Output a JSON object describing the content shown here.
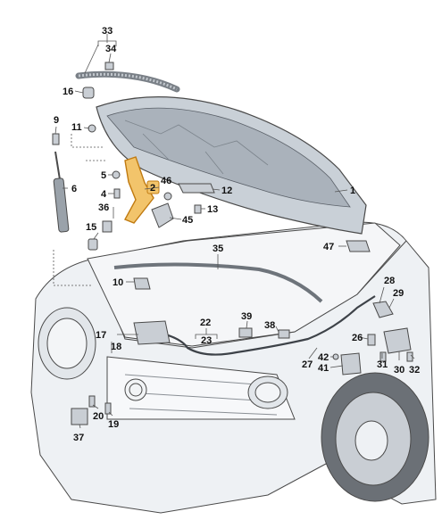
{
  "callouts": [
    {
      "id": "c33",
      "label": "33"
    },
    {
      "id": "c34",
      "label": "34"
    },
    {
      "id": "c16",
      "label": "16"
    },
    {
      "id": "c9",
      "label": "9"
    },
    {
      "id": "c11",
      "label": "11"
    },
    {
      "id": "c5",
      "label": "5"
    },
    {
      "id": "c6",
      "label": "6"
    },
    {
      "id": "c4",
      "label": "4"
    },
    {
      "id": "c2",
      "label": "2"
    },
    {
      "id": "c46",
      "label": "46"
    },
    {
      "id": "c36",
      "label": "36"
    },
    {
      "id": "c45",
      "label": "45"
    },
    {
      "id": "c12",
      "label": "12"
    },
    {
      "id": "c13",
      "label": "13"
    },
    {
      "id": "c1",
      "label": "1"
    },
    {
      "id": "c15",
      "label": "15"
    },
    {
      "id": "c47",
      "label": "47"
    },
    {
      "id": "c35",
      "label": "35"
    },
    {
      "id": "c10",
      "label": "10"
    },
    {
      "id": "c28",
      "label": "28"
    },
    {
      "id": "c29",
      "label": "29"
    },
    {
      "id": "c22",
      "label": "22"
    },
    {
      "id": "c39",
      "label": "39"
    },
    {
      "id": "c17",
      "label": "17"
    },
    {
      "id": "c38",
      "label": "38"
    },
    {
      "id": "c23",
      "label": "23"
    },
    {
      "id": "c26",
      "label": "26"
    },
    {
      "id": "c18",
      "label": "18"
    },
    {
      "id": "c27",
      "label": "27"
    },
    {
      "id": "c42",
      "label": "42"
    },
    {
      "id": "c41",
      "label": "41"
    },
    {
      "id": "c31",
      "label": "31"
    },
    {
      "id": "c30",
      "label": "30"
    },
    {
      "id": "c32",
      "label": "32"
    },
    {
      "id": "c20",
      "label": "20"
    },
    {
      "id": "c19",
      "label": "19"
    },
    {
      "id": "c37",
      "label": "37"
    }
  ],
  "colors": {
    "line": "#4a4a4a",
    "hood_fill": "#d3d9df",
    "hood_dark": "#9aa2aa",
    "body_fill": "#eef1f4",
    "part_fill": "#c9ced4",
    "highlight_fill": "#f2c46b",
    "highlight_stroke": "#c07a10"
  }
}
